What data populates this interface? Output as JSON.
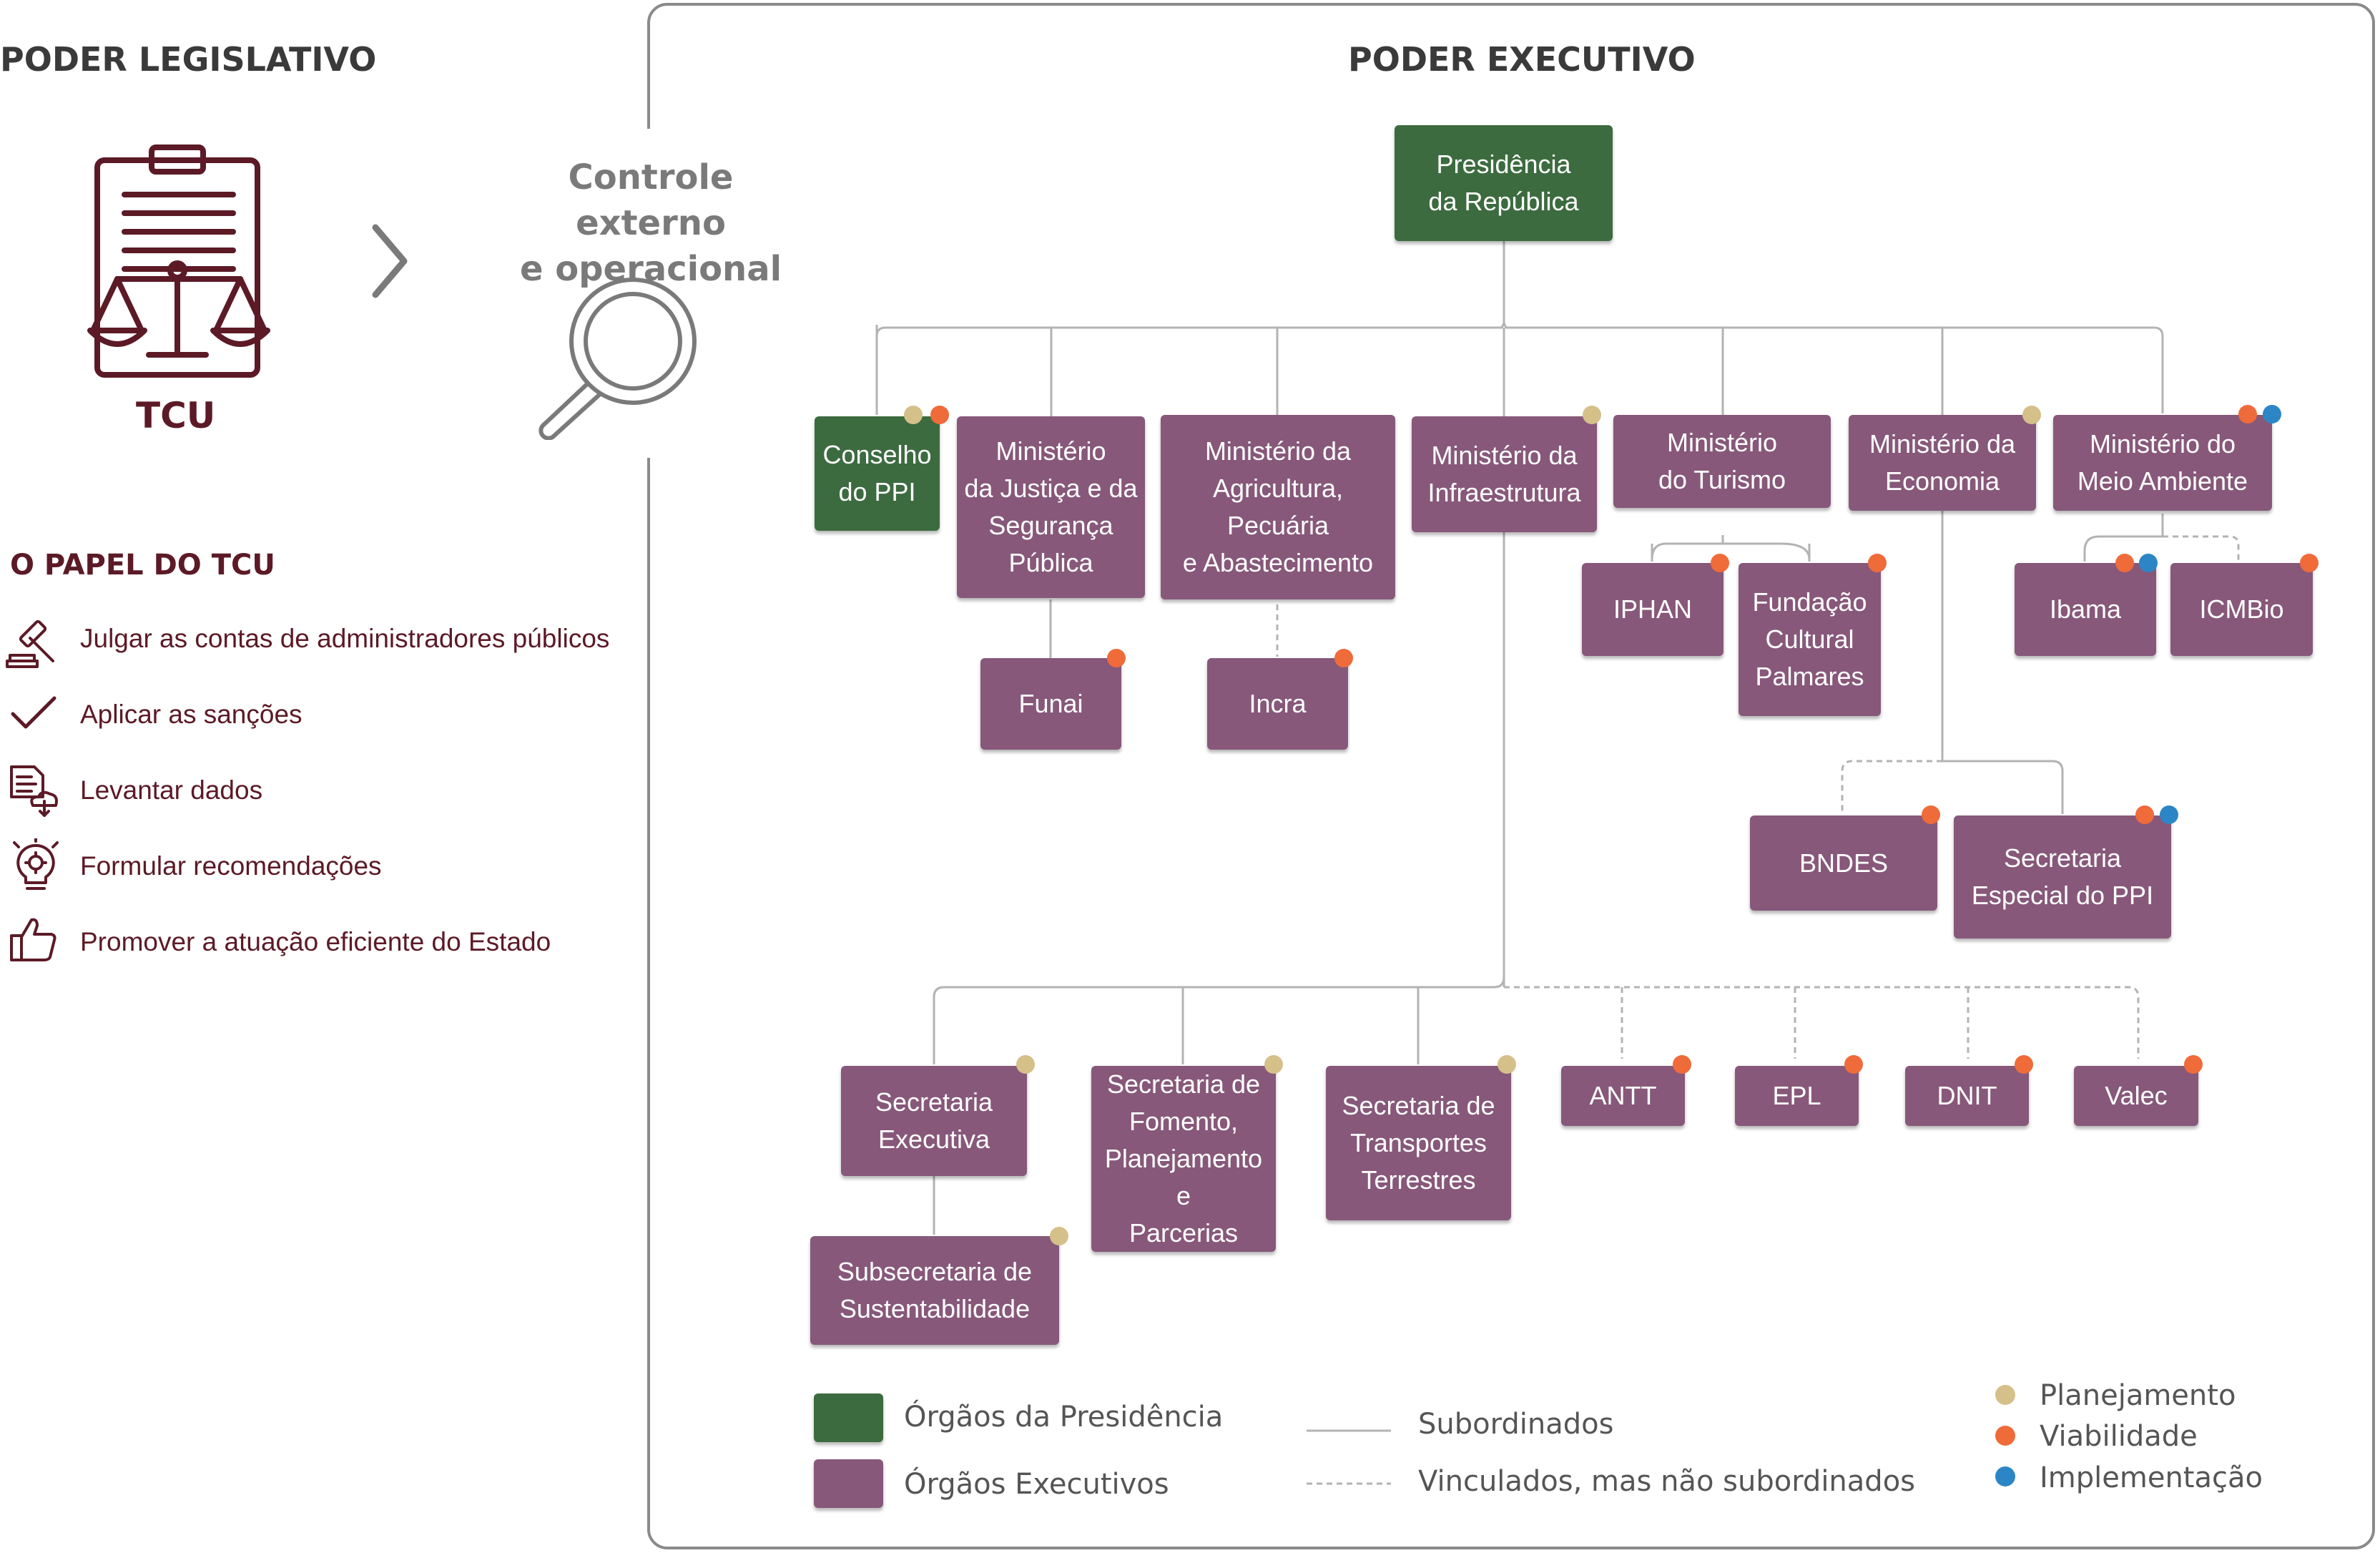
{
  "colors": {
    "presidencia": "#3c6b3f",
    "executivo": "#87587a",
    "tcu": "#5c1a26",
    "planejamento": "#d5c08a",
    "viabilidade": "#ef6b3a",
    "implementacao": "#2c86c5"
  },
  "legislativo": {
    "title": "PODER LEGISLATIVO",
    "tcu_icon": "clipboard-scales-icon",
    "tcu_label": "TCU",
    "arrow_icon": "chevron-right-icon"
  },
  "controle": {
    "line1": "Controle externo",
    "line2": "e operacional",
    "icon": "magnifier-icon"
  },
  "papel": {
    "title": "O PAPEL DO TCU",
    "items": [
      {
        "icon": "gavel-icon",
        "label": "Julgar as contas de administradores públicos"
      },
      {
        "icon": "checkmark-icon",
        "label": "Aplicar as sanções"
      },
      {
        "icon": "document-download-icon",
        "label": "Levantar dados"
      },
      {
        "icon": "lightbulb-gear-icon",
        "label": "Formular recomendações"
      },
      {
        "icon": "thumbs-up-icon",
        "label": "Promover a atuação eficiente do Estado"
      }
    ]
  },
  "executivo": {
    "title": "PODER EXECUTIVO",
    "presidencia": "Presidência\nda República",
    "conselho_ppi": "Conselho\ndo PPI",
    "min_justica": "Ministério\nda Justiça e da\nSegurança\nPública",
    "min_agricultura": "Ministério da\nAgricultura,\nPecuária\ne Abastecimento",
    "min_infra": "Ministério da\nInfraestrutura",
    "min_turismo": "Ministério\ndo Turismo",
    "min_economia": "Ministério da\nEconomia",
    "min_meio_ambiente": "Ministério do\nMeio Ambiente",
    "funai": "Funai",
    "incra": "Incra",
    "iphan": "IPHAN",
    "palmares": "Fundação\nCultural\nPalmares",
    "ibama": "Ibama",
    "icmbio": "ICMBio",
    "bndes": "BNDES",
    "sec_ppi": "Secretaria\nEspecial do PPI",
    "sec_executiva": "Secretaria\nExecutiva",
    "sec_fomento": "Secretaria de\nFomento,\nPlanejamento e\nParcerias",
    "sec_transportes": "Secretaria de\nTransportes\nTerrestres",
    "antt": "ANTT",
    "epl": "EPL",
    "dnit": "DNIT",
    "valec": "Valec",
    "subsec_sust": "Subsecretaria de\nSustentabilidade"
  },
  "legend": {
    "presidencia": "Órgãos da Presidência",
    "executivos": "Órgãos Executivos",
    "subordinados": "Subordinados",
    "vinculados": "Vinculados, mas não subordinados",
    "planejamento": "Planejamento",
    "viabilidade": "Viabilidade",
    "implementacao": "Implementação"
  }
}
